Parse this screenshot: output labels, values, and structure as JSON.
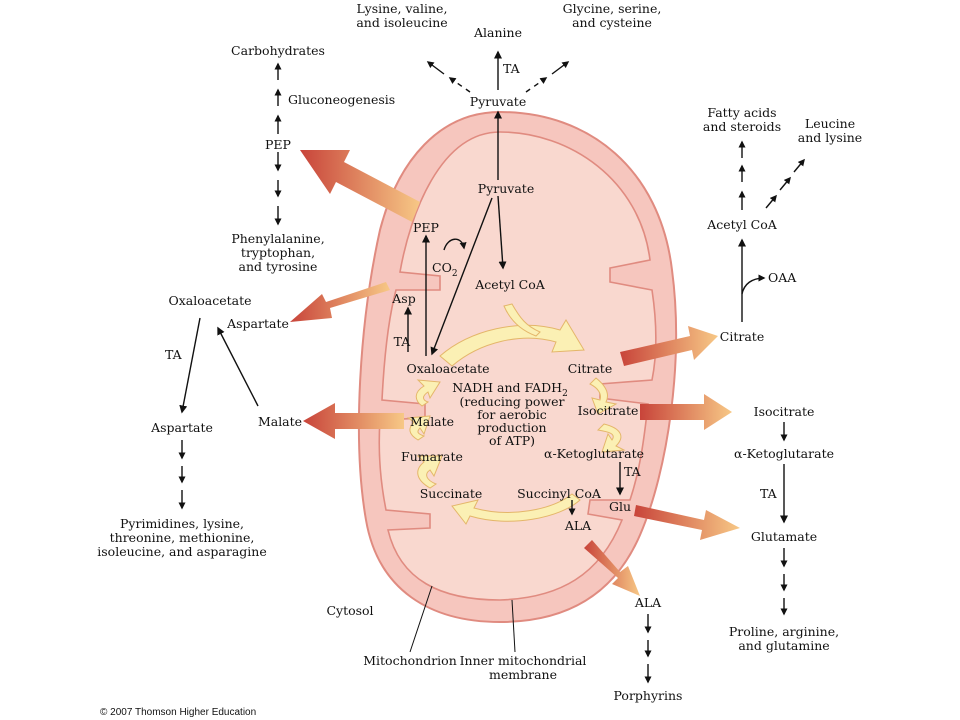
{
  "labels": {
    "lysine_valine": [
      "Lysine, valine,",
      "and isoleucine"
    ],
    "alanine": "Alanine",
    "glycine_serine": [
      "Glycine, serine,",
      "and cysteine"
    ],
    "ta_top": "TA",
    "pyruvate_top": "Pyruvate",
    "carbohydrates": "Carbohydrates",
    "gluconeogenesis": "Gluconeogenesis",
    "pep_out": "PEP",
    "aromatic": [
      "Phenylalanine,",
      "tryptophan,",
      "and tyrosine"
    ],
    "oxaloacetate_out": "Oxaloacetate",
    "aspartate_out": "Aspartate",
    "ta_left": "TA",
    "aspartate_left": "Aspartate",
    "malate_out": "Malate",
    "pyrimidines": [
      "Pyrimidines, lysine,",
      "threonine, methionine,",
      "isoleucine, and asparagine"
    ],
    "cytosol": "Cytosol",
    "mitochondrion": "Mitochondrion",
    "inner_membrane": [
      "Inner mitochondrial",
      "membrane"
    ],
    "fatty_acids": [
      "Fatty acids",
      "and steroids"
    ],
    "leucine_lysine": [
      "Leucine",
      "and lysine"
    ],
    "acetyl_coa_out": "Acetyl CoA",
    "oaa": "OAA",
    "citrate_out": "Citrate",
    "isocitrate_out": "Isocitrate",
    "akg_out": "α-Ketoglutarate",
    "ta_right": "TA",
    "glutamate": "Glutamate",
    "proline": [
      "Proline, arginine,",
      "and glutamine"
    ],
    "ala_out": "ALA",
    "porphyrins": "Porphyrins",
    "pyruvate_in": "Pyruvate",
    "pep_in": "PEP",
    "co2_main": "CO",
    "co2_sub": "2",
    "asp_in": "Asp",
    "ta_in": "TA",
    "acetyl_coa_in": "Acetyl CoA",
    "oxaloacetate_in": "Oxaloacetate",
    "citrate_in": "Citrate",
    "nadh_main": "NADH and FADH",
    "nadh_sub": "2",
    "nadh_lines": [
      "(reducing power",
      "for aerobic",
      "production",
      "of ATP)"
    ],
    "malate_in": "Malate",
    "isocitrate_in": "Isocitrate",
    "fumarate_in": "Fumarate",
    "akg_in": "α-Ketoglutarate",
    "ta_in2": "TA",
    "succinate_in": "Succinate",
    "succinyl_coa_in": "Succinyl CoA",
    "glu_in": "Glu",
    "ala_in": "ALA"
  },
  "copyright": "© 2007 Thomson Higher Education",
  "colors": {
    "outer_membrane": "#f6c6be",
    "outer_stroke": "#e08b80",
    "matrix": "#f9d8cf",
    "cycle_arrow": "#fbf0b4",
    "export_arrow_dark": "#c8443a",
    "export_arrow_light": "#f7c886"
  }
}
